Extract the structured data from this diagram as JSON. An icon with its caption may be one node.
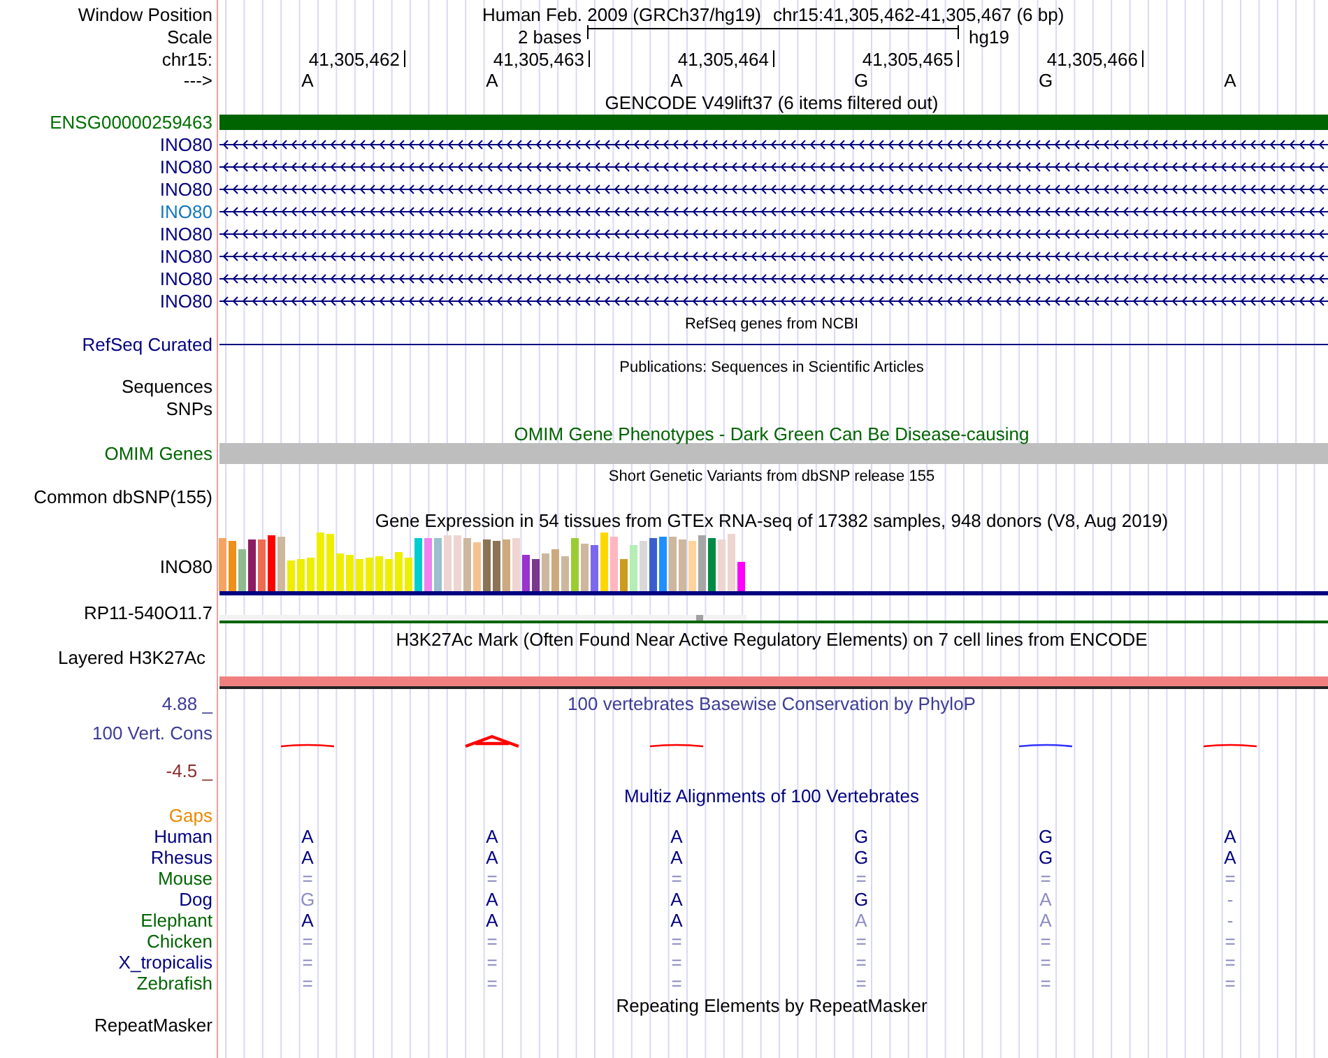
{
  "diagram": {
    "labels": [
      "Window Position",
      "Human Feb. 2009 (GRCh37/hg19)",
      "chr15:41,305,462-41,305,467 (6 bp)",
      "Scale",
      "2 bases",
      "hg19",
      "chr15:",
      "41,305,462",
      "41,305,463",
      "41,305,464",
      "41,305,465",
      "41,305,466",
      "--->",
      "A",
      "A",
      "A",
      "G",
      "G",
      "A",
      "GENCODE V49lift37 (6 items filtered out)",
      "ENSG00000259463",
      "INO80",
      "INO80",
      "INO80",
      "INO80",
      "INO80",
      "INO80",
      "INO80",
      "INO80",
      "RefSeq genes from NCBI",
      "RefSeq Curated",
      "Publications: Sequences in Scientific Articles",
      "Sequences SNPs",
      "OMIM Gene Phenotypes - Dark Green Can Be Disease-causing",
      "OMIM Genes",
      "Short Genetic Variants from dbSNP release 155",
      "Common dbSNP(155)",
      "Gene Expression in 54 tissues from GTEx RNA-seq of 17382 samples, 948 donors (V8, Aug 2019)",
      "INO80",
      "RP11-540O11.7",
      "H3K27Ac Mark (Often Found Near Active Regulatory Elements) on 7 cell lines from ENCODE",
      "Layered H3K27Ac",
      "4.88 _",
      "100 vertebrates Basewise Conservation by PhyloP",
      "100 Vert. Cons",
      "-4.5 _",
      "Multiz Alignments of 100 Vertebrates",
      "Gaps",
      "Human",
      "A",
      "A",
      "A",
      "G",
      "G",
      "A",
      "Rhesus",
      "A",
      "A",
      "A",
      "G",
      "G",
      "A",
      "Mouse",
      "=",
      "=",
      "=",
      "=",
      "=",
      "=",
      "Dog",
      "G",
      "A",
      "A",
      "G",
      "A",
      "-",
      "Elephant",
      "A",
      "A",
      "A",
      "A",
      "A",
      "-",
      "Chicken",
      "=",
      "=",
      "=",
      "=",
      "=",
      "=",
      "X_tropicalis",
      "=",
      "=",
      "=",
      "=",
      "=",
      "=",
      "Zebrafish",
      "=",
      "=",
      "=",
      "=",
      "=",
      "=",
      "Repeating Elements by RepeatMasker",
      "RepeatMasker"
    ]
  }
}
